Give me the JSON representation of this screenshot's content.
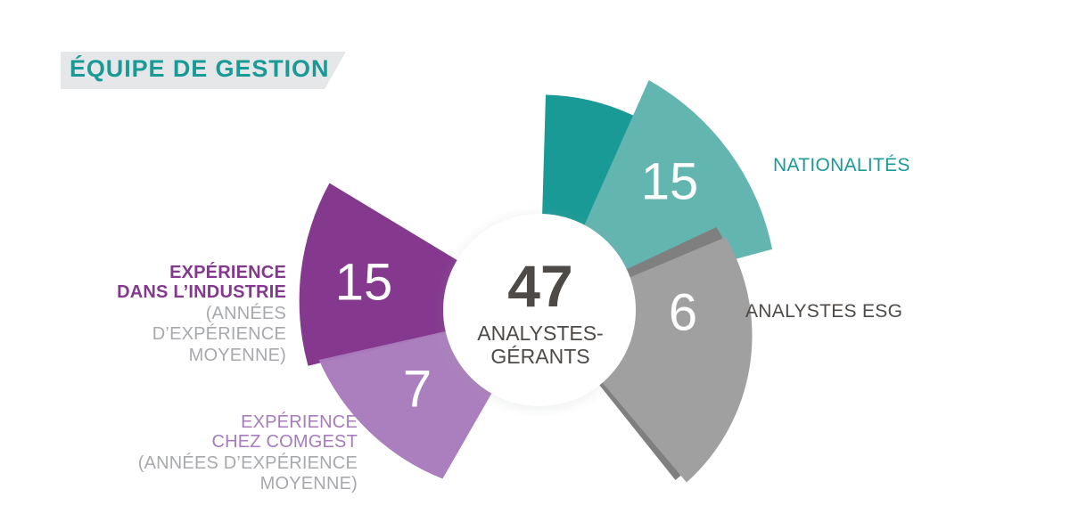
{
  "banner": {
    "title": "ÉQUIPE DE GESTION"
  },
  "center": {
    "value": "47",
    "caption_line1": "ANALYSTES-",
    "caption_line2": "GÉRANTS"
  },
  "chart_data": {
    "type": "pie",
    "title": "ÉQUIPE DE GESTION",
    "center_value": 47,
    "center_label": "ANALYSTES-GÉRANTS",
    "categories": [
      "NATIONALITÉS",
      "ANALYSTES ESG",
      "EXPÉRIENCE DANS L'INDUSTRIE",
      "EXPÉRIENCE CHEZ COMGEST"
    ],
    "values": [
      15,
      6,
      15,
      7
    ],
    "colors": [
      "#63b5b0",
      "#a0a0a0",
      "#84388e",
      "#a87bbc"
    ],
    "legend_position": "outside-radial",
    "grid": false
  },
  "segments": [
    {
      "id": "nationalites",
      "value": "15",
      "label_main": "NATIONALITÉS",
      "label_sub": "",
      "color": "#63b5b0",
      "edge_color": "#1a9a96",
      "label_color": "#1a9a96"
    },
    {
      "id": "analystes-esg",
      "value": "6",
      "label_main": "ANALYSTES ESG",
      "label_sub": "",
      "color": "#a0a0a0",
      "edge_color": "#7f7f7f",
      "label_color": "#4d4a47"
    },
    {
      "id": "experience-industrie",
      "value": "15",
      "label_main_line1": "EXPÉRIENCE",
      "label_main_line2": "DANS L’INDUSTRIE",
      "label_sub_line1": "(ANNÉES",
      "label_sub_line2": "D’EXPÉRIENCE",
      "label_sub_line3": "MOYENNE)",
      "color": "#84388e",
      "edge_color": "#6e2f77",
      "label_color": "#84388e"
    },
    {
      "id": "experience-comgest",
      "value": "7",
      "label_main_line1": "EXPÉRIENCE",
      "label_main_line2": "CHEZ COMGEST",
      "label_sub_line1": "(ANNÉES D’EXPÉRIENCE",
      "label_sub_line2": "MOYENNE)",
      "color": "#a87bbc",
      "edge_color": "#9463a8",
      "label_color": "#a87bbc"
    }
  ]
}
